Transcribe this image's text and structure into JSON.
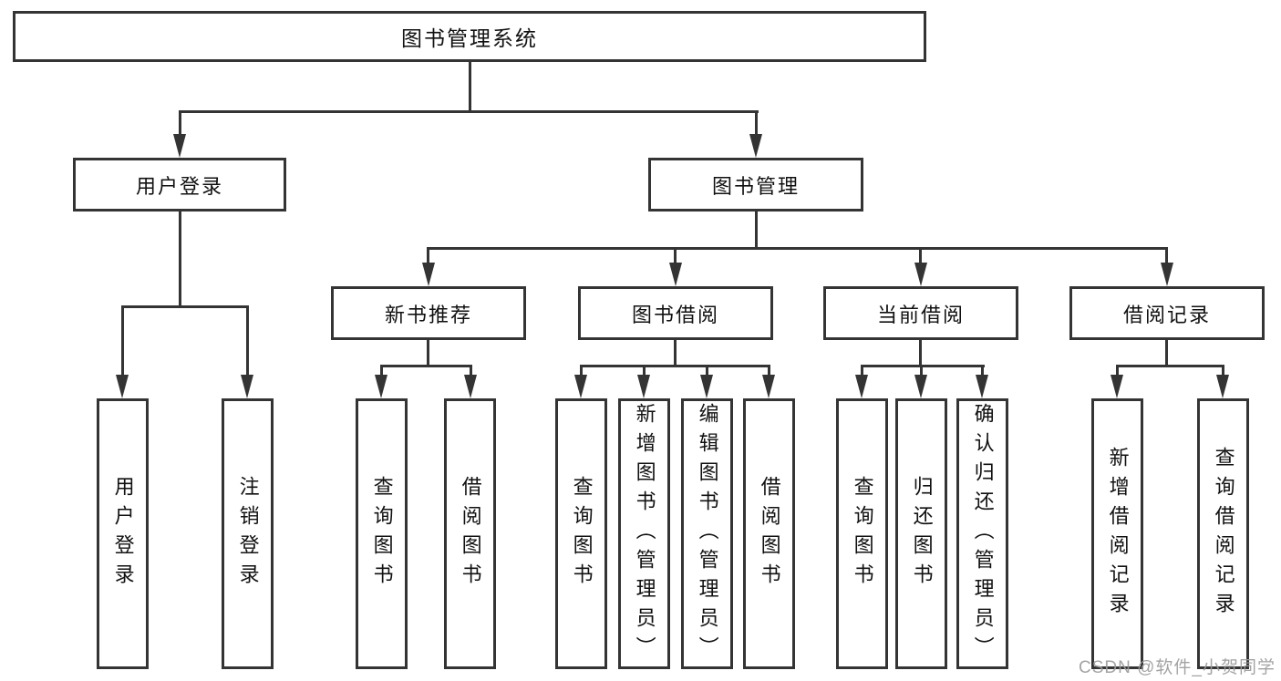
{
  "tree": {
    "root": "图书管理系统",
    "branches": [
      {
        "label": "用户登录",
        "children": [
          "用户登录",
          "注销登录"
        ]
      },
      {
        "label": "图书管理",
        "groups": [
          {
            "label": "新书推荐",
            "children": [
              "查询图书",
              "借阅图书"
            ]
          },
          {
            "label": "图书借阅",
            "children": [
              "查询图书",
              "新增图书（管理员）",
              "编辑图书（管理员）",
              "借阅图书"
            ]
          },
          {
            "label": "当前借阅",
            "children": [
              "查询图书",
              "归还图书",
              "确认归还（管理员）"
            ]
          },
          {
            "label": "借阅记录",
            "children": [
              "新增借阅记录",
              "查询借阅记录"
            ]
          }
        ]
      }
    ]
  },
  "watermark": {
    "text": "CSDN @软件_小贺同学"
  },
  "colors": {
    "background": "#ffffff",
    "line": "#343434",
    "text": "#111111",
    "watermark": "#9c9c9c"
  }
}
